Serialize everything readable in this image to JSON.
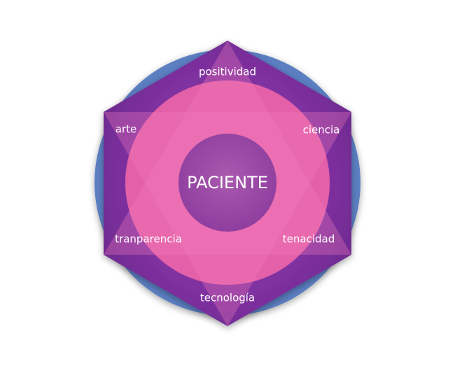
{
  "diagram": {
    "center": "PACIENTE",
    "values": {
      "top": "positividad",
      "upper_left": "arte",
      "upper_right": "ciencia",
      "lower_left": "tranparencia",
      "lower_right": "tenacidad",
      "bottom": "tecnología"
    }
  },
  "colors": {
    "outer_circle": "#5b7fc2",
    "hexagon_dark": "#6a2a8c",
    "hexagon_mid": "#8e3aa6",
    "ring_pink": "#e460a8",
    "triangle_overlay": "#f07ab8",
    "center_circle": "#a04aa8",
    "label_text": "#ffffff"
  }
}
